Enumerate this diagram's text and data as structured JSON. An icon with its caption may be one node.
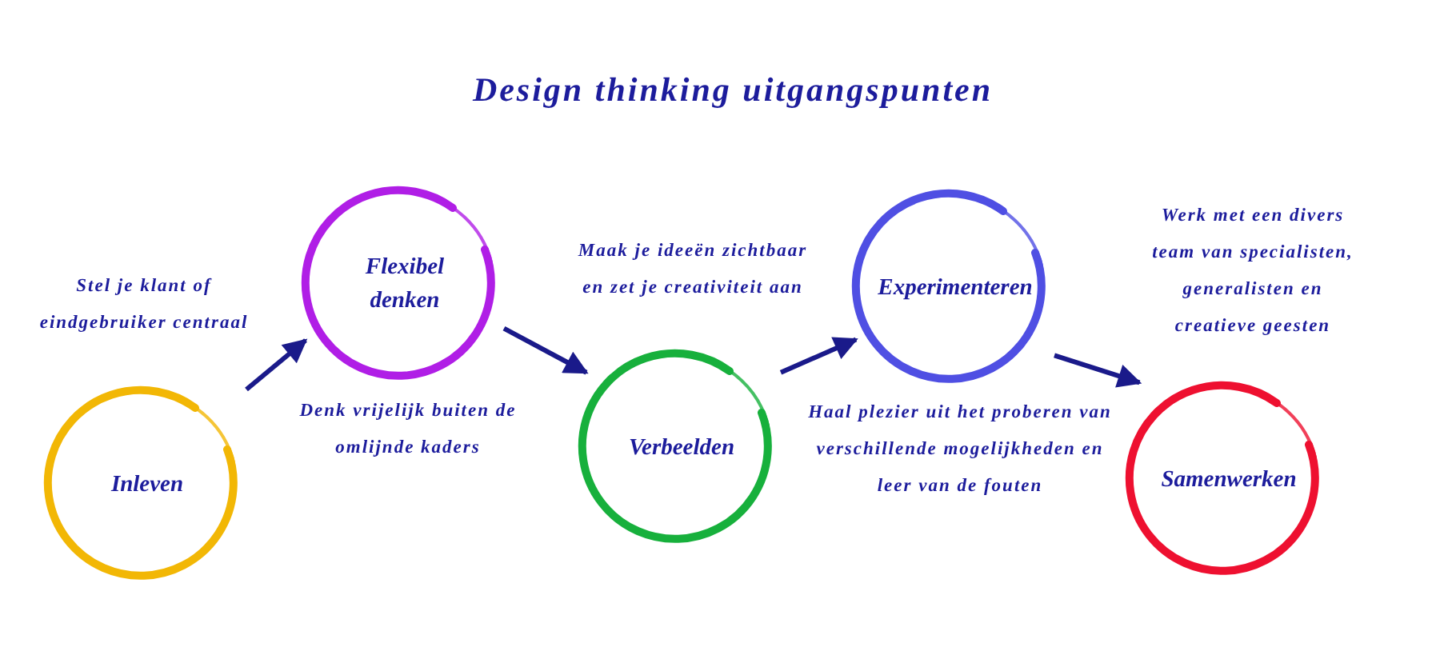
{
  "diagram": {
    "title": "Design thinking uitgangspunten",
    "nodes": [
      {
        "text": [
          "Inleven"
        ],
        "beside": [
          "Stel je klant of eindgebruiker centraal"
        ]
      },
      {
        "text": [
          "Flexibel denken"
        ],
        "beside": [
          "Denk vrijelijk buiten de omlijnde kaders"
        ]
      },
      {
        "text": [
          "Verbeelden"
        ],
        "beside": [
          "Maak je ideeën zichtbaar en zet je creativiteit aan"
        ]
      },
      {
        "text": [
          "Experimenteren"
        ],
        "beside": [
          "Haal plezier uit het proberen van verschillende mogelijkheden en leer van de fouten"
        ]
      },
      {
        "text": [
          "Samenwerken"
        ],
        "beside": [
          "Werk met een divers team van specialisten, generalisten en creatieve geesten"
        ]
      }
    ],
    "edges": [
      {
        "from": 0,
        "to": 1,
        "arrow": "to"
      },
      {
        "from": 1,
        "to": 2,
        "arrow": "to"
      },
      {
        "from": 2,
        "to": 3,
        "arrow": "to"
      },
      {
        "from": 3,
        "to": 4,
        "arrow": "to"
      }
    ]
  }
}
